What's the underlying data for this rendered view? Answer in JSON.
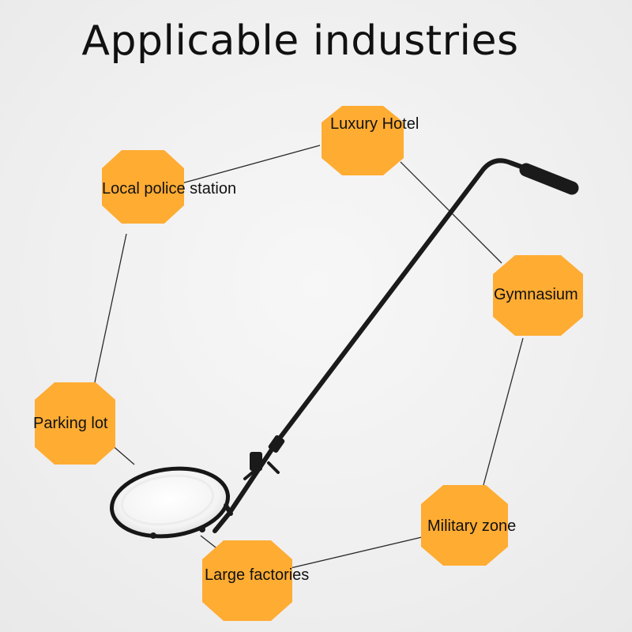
{
  "title": "Applicable industries",
  "colors": {
    "hexagon": "#ffac33",
    "connector": "#2a2a2a",
    "tool": "#1a1a1a",
    "mirror": "#ffffff"
  },
  "industries": [
    {
      "label": "Luxury Hotel"
    },
    {
      "label": "Local police station"
    },
    {
      "label": "Gymnasium"
    },
    {
      "label": "Parking lot"
    },
    {
      "label": "Military zone"
    },
    {
      "label": "Large factories"
    }
  ],
  "product_image": "under-vehicle-inspection-mirror-icon"
}
